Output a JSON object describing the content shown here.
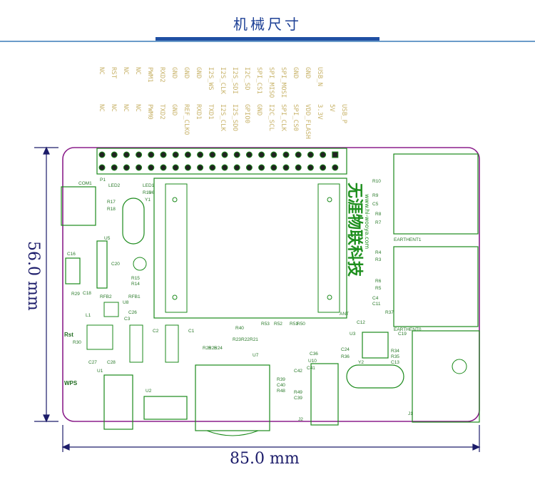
{
  "header": {
    "title": "机械尺寸"
  },
  "dimensions": {
    "width_label": "85.0 mm",
    "height_label": "56.0 mm"
  },
  "header_pins": {
    "top_row": [
      "NC",
      "RST",
      "NC",
      "NC",
      "PWM1",
      "RXD2",
      "GND",
      "GND",
      "GND",
      "I2S_WS",
      "I2S_CLK",
      "I2S_SDI",
      "I2C_SD",
      "SPI_CS1",
      "SPI_MISO",
      "SPI_MOSI",
      "GND",
      "GND",
      "USB_N"
    ],
    "bottom_row": [
      "NC",
      "NC",
      "NC",
      "NC",
      "PWM0",
      "TXD2",
      "GND",
      "REF_CLKO",
      "RXD1",
      "TXD1",
      "I2S_CLK",
      "I2S_SDO",
      "GPIO0",
      "GND",
      "I2C_SCL",
      "SPI_CLK",
      "SPI_CS0",
      "VDD_FLASH",
      "3.3V",
      "5V",
      "USB_P"
    ]
  },
  "board": {
    "brand": "无涯物联科技",
    "url": "www.hi-wooya.com",
    "labels": {
      "com1": "COM1",
      "p1": "P1",
      "led2": "LED2",
      "led1": "LED1",
      "r17": "R17",
      "r18": "R18",
      "r16": "R16",
      "y1": "Y1",
      "u6": "U6",
      "u5": "U5",
      "c16": "C16",
      "c20": "C20",
      "r15": "R15",
      "r14": "R14",
      "c18": "C18",
      "r29": "R29",
      "rfb2": "RFB2",
      "rfb1": "RFB1",
      "u8": "U8",
      "c26": "C26",
      "c3": "C3",
      "l1": "L1",
      "rst": "Rst",
      "r30": "R30",
      "c27": "C27",
      "c28": "C28",
      "u1": "U1",
      "wps": "WPS",
      "c2": "C2",
      "c1": "C1",
      "u2": "U2",
      "r26": "R26",
      "r25": "R25",
      "r24": "R24",
      "r40": "R40",
      "r23": "R23",
      "r22": "R22",
      "r21": "R21",
      "u7": "U7",
      "r53": "R53",
      "r52": "R52",
      "r51": "R51",
      "r50": "R50",
      "r39": "R39",
      "c40": "C40",
      "r48": "R48",
      "r49": "R49",
      "c39": "C39",
      "c41": "C41",
      "c42": "C42",
      "c36": "C36",
      "u10": "U10",
      "j2": "J2",
      "ant": "ANT",
      "r10": "R10",
      "r9": "R9",
      "c5": "C5",
      "r8": "R8",
      "r7": "R7",
      "earthent1": "EARTHENT1",
      "r4": "R4",
      "r3": "R3",
      "r6": "R6",
      "r5": "R5",
      "c4": "C4",
      "c11": "C11",
      "r37": "R37",
      "c12": "C12",
      "earthent0": "EARTHENT0",
      "u3": "U3",
      "c19": "C19",
      "c24": "C24",
      "r36": "R36",
      "y2": "Y2",
      "r34": "R34",
      "r35": "R35",
      "c13": "C13",
      "j1": "J1"
    }
  }
}
